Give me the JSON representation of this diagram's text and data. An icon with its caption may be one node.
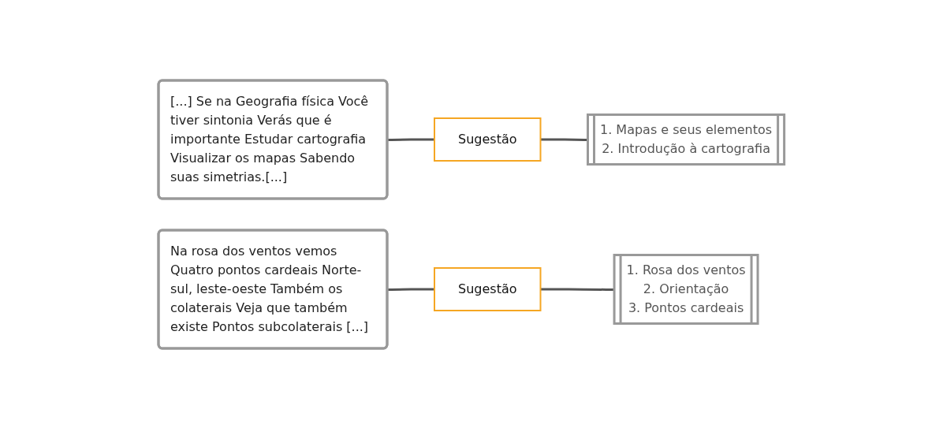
{
  "diagram": {
    "nodes": [
      {
        "text": [
          "[...] Se na Geografia física Você tiver sintonia Verás que é importante Estudar cartografia Visualizar os mapas Sabendo suas simetrias.[...]"
        ]
      },
      {
        "text": [
          "Sugestão"
        ]
      },
      {
        "text": [
          "1. Mapas e seus elementos",
          "2. Introdução à cartografia"
        ]
      },
      {
        "text": [
          "Na rosa dos ventos vemos Quatro pontos cardeais Norte-sul, leste-oeste Também os colaterais Veja que também existe Pontos subcolaterais [...]"
        ]
      },
      {
        "text": [
          "Sugestão"
        ]
      },
      {
        "text": [
          "1. Rosa dos ventos",
          "2. Orientação",
          "3. Pontos cardeais"
        ]
      }
    ],
    "edges": [
      {
        "from": 0,
        "to": 1,
        "arrow": "none"
      },
      {
        "from": 1,
        "to": 2,
        "arrow": "none"
      },
      {
        "from": 3,
        "to": 4,
        "arrow": "none"
      },
      {
        "from": 4,
        "to": 5,
        "arrow": "none"
      }
    ]
  }
}
